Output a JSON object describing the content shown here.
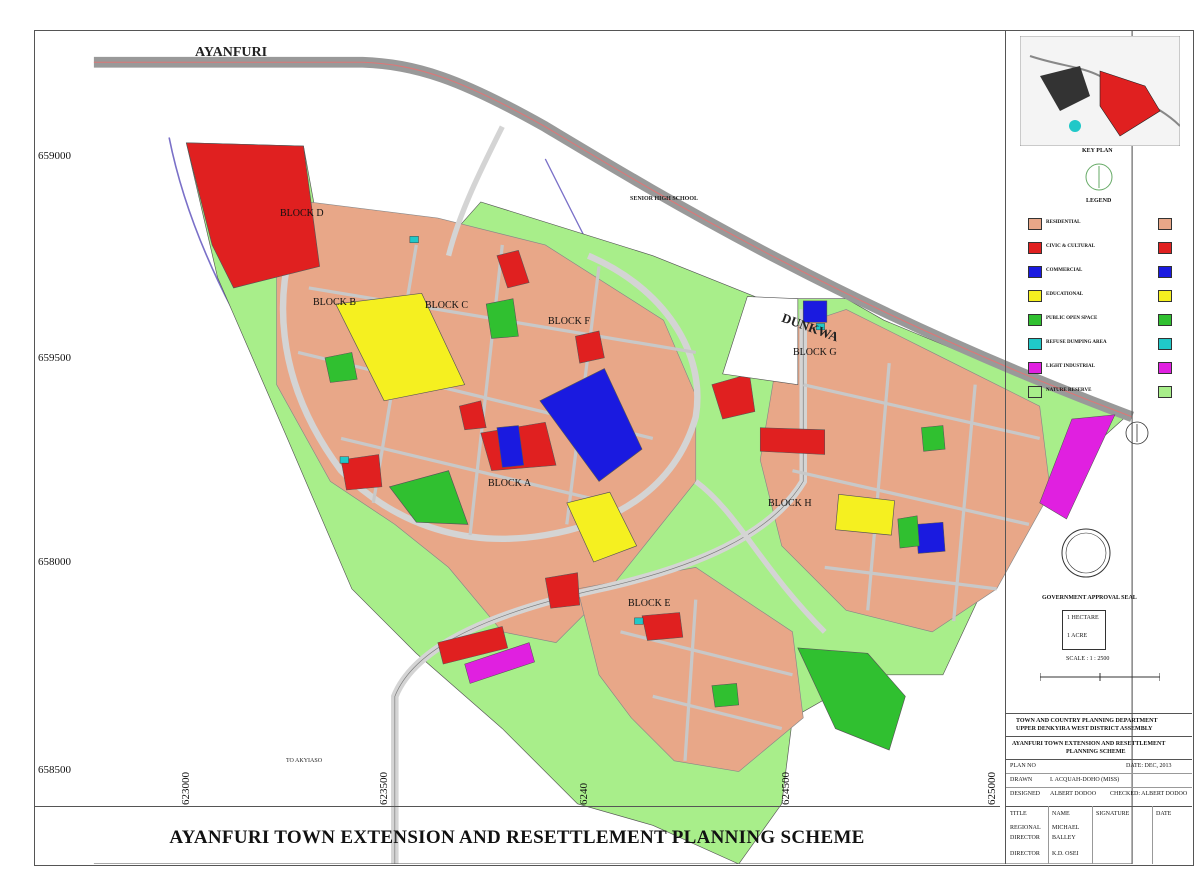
{
  "map": {
    "title": "AYANFURI TOWN EXTENSION AND RESETTLEMENT PLANNING SCHEME",
    "place_labels": {
      "ayanfuri": "AYANFURI",
      "dunkwa": "DUNKWA",
      "to_akyiaso": "TO AKYIASO",
      "senior_high_school": "SENIOR HIGH SCHOOL"
    },
    "blocks": {
      "a": "BLOCK A",
      "b": "BLOCK B",
      "c": "BLOCK C",
      "d": "BLOCK D",
      "e": "BLOCK E",
      "f": "BLOCK F",
      "g": "BLOCK G",
      "h": "BLOCK H"
    },
    "northings": [
      "659000",
      "659500",
      "658000",
      "658500"
    ],
    "eastings": [
      "623000",
      "623500",
      "6240",
      "624500",
      "625000"
    ],
    "colors": {
      "residential": "#e8a788",
      "civic": "#e02020",
      "commercial": "#1a1ae0",
      "education": "#f5f020",
      "open_space": "#a8ee8a",
      "recreation": "#30c030",
      "utility": "#20c8c8",
      "light_industrial": "#e020e0",
      "road": "#d4d4d4"
    }
  },
  "sidebar": {
    "key_plan": "KEY PLAN",
    "legend": "LEGEND",
    "legend_items": [
      "RESIDENTIAL",
      "CIVIC & CULTURAL",
      "COMMERCIAL",
      "EDUCATIONAL",
      "PUBLIC OPEN SPACE",
      "REFUSE DUMPING AREA",
      "LIGHT INDUSTRIAL",
      "NATURE RESERVE"
    ],
    "seal_label": "GOVERNMENT APPROVAL SEAL",
    "hectare": "1 HECTARE",
    "acre": "1 ACRE",
    "scale": "SCALE : 1 : 2500",
    "dept_line1": "TOWN AND COUNTRY PLANNING DEPARTMENT",
    "dept_line2": "UPPER DENKYIRA WEST DISTRICT ASSEMBLY",
    "scheme_line1": "AYANFURI TOWN EXTENSION AND RESETTLEMENT",
    "scheme_line2": "PLANNING SCHEME",
    "plan_no": "PLAN NO",
    "date": "DATE: DEC, 2013",
    "drawn": "DRAWN",
    "drawn_by": "I. ACQUAH-DOHO (MISS)",
    "designed": "DESIGNED",
    "designed_by": "ALBERT DODOO",
    "checked": "CHECKED: ALBERT DODOO",
    "table_headers": [
      "TITLE",
      "NAME",
      "SIGNATURE",
      "DATE"
    ],
    "rows": [
      [
        "REGIONAL",
        "MICHAEL"
      ],
      [
        "DIRECTOR",
        "BALLEY"
      ],
      [
        "DIRECTOR",
        "K.D. OSEI"
      ]
    ]
  }
}
